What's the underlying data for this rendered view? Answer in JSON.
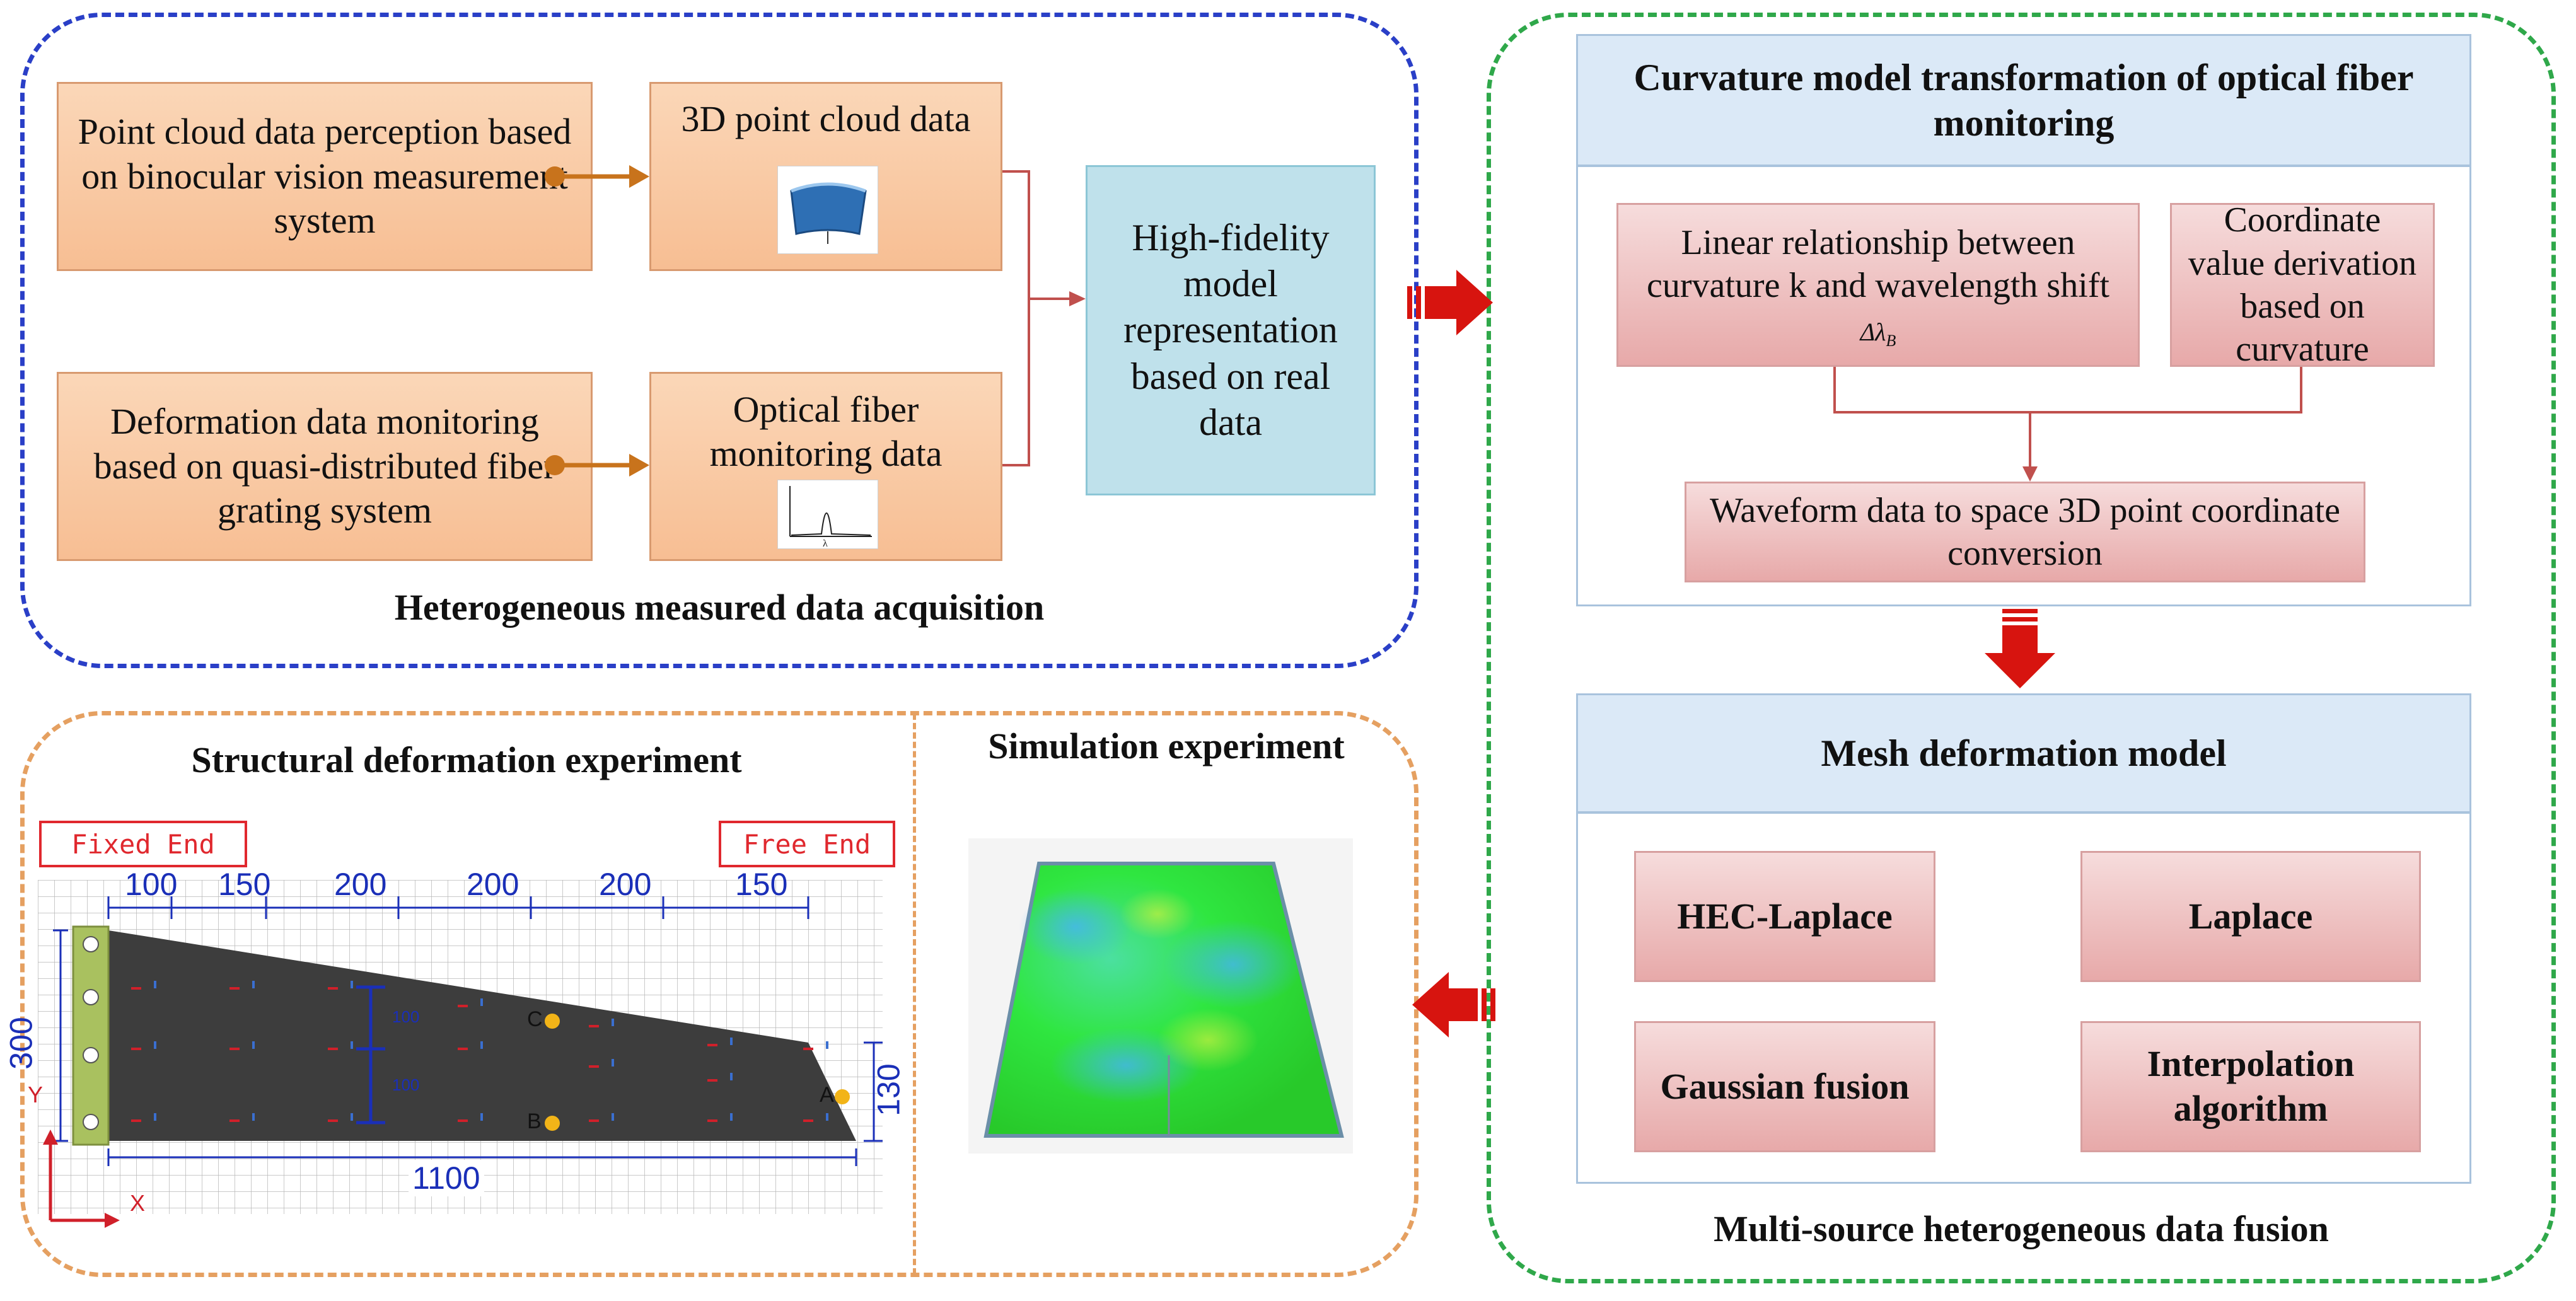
{
  "acquisition": {
    "caption": "Heterogeneous measured data acquisition",
    "box_pointcloud_perception": "Point cloud data perception based on binocular vision measurement system",
    "box_3d_point_cloud": "3D point cloud data",
    "box_deformation_monitoring": "Deformation data monitoring based on quasi-distributed fiber grating system",
    "box_optical_fiber_data": "Optical fiber monitoring data",
    "box_high_fidelity": "High-fidelity model representation based on real data"
  },
  "fusion": {
    "caption": "Multi-source heterogeneous data fusion",
    "curvature_header": "Curvature model transformation of optical fiber monitoring",
    "linear_relationship": "Linear relationship between curvature k and wavelength shift",
    "delta_lambda": "Δλ",
    "delta_lambda_sub": "B",
    "coordinate_derivation": "Coordinate value derivation based on curvature",
    "waveform_conversion": "Waveform data to space 3D point coordinate conversion",
    "mesh_header": "Mesh deformation model",
    "methods": [
      "HEC-Laplace",
      "Laplace",
      "Gaussian fusion",
      "Interpolation algorithm"
    ]
  },
  "experiments": {
    "structural_title": "Structural deformation experiment",
    "simulation_title": "Simulation experiment",
    "fixed_end": "Fixed End",
    "free_end": "Free End",
    "top_dims": [
      "100",
      "150",
      "200",
      "200",
      "200",
      "150"
    ],
    "left_dim": "300",
    "right_dim": "130",
    "bottom_dim": "1100",
    "inner_dims": [
      "100",
      "100"
    ],
    "points": [
      "A",
      "B",
      "C"
    ],
    "axis_x": "X",
    "axis_y": "Y"
  },
  "colors": {
    "frame_blue": "#2a3fc7",
    "frame_green": "#2fa84a",
    "frame_orange": "#e5a061",
    "big_arrow": "#d7140f",
    "connector_orange": "#c8731c",
    "connector_red": "#c0504d"
  }
}
